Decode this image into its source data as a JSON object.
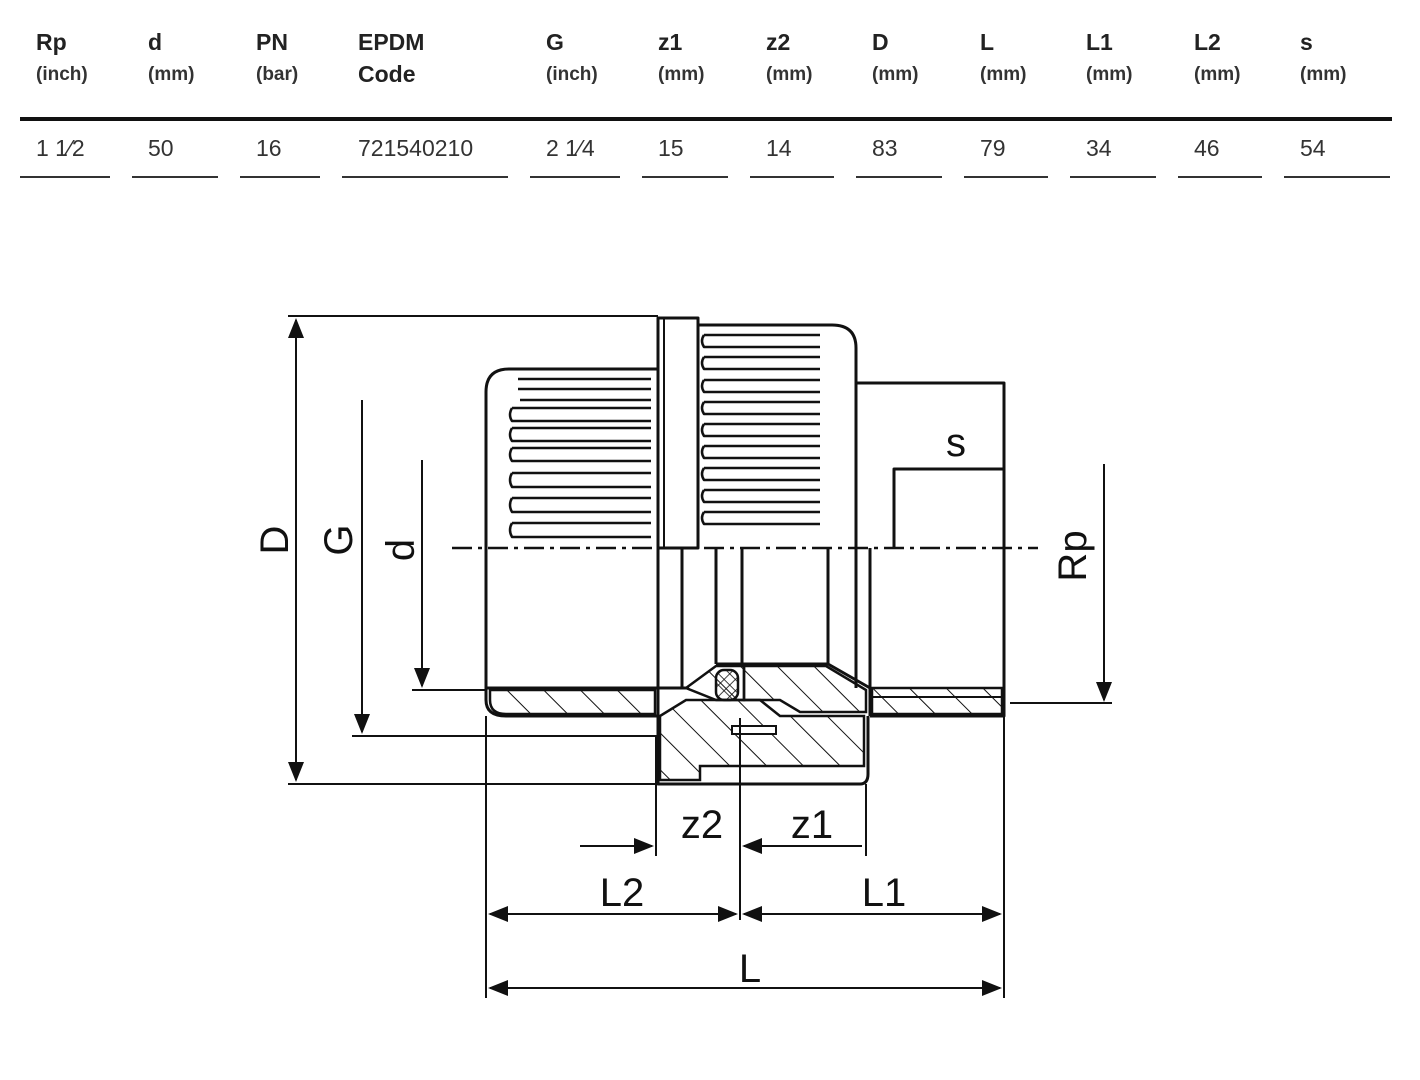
{
  "table": {
    "headers": [
      {
        "key": "rp",
        "title": "Rp",
        "unit": "(inch)"
      },
      {
        "key": "d",
        "title": "d",
        "unit": "(mm)"
      },
      {
        "key": "pn",
        "title": "PN",
        "unit": "(bar)"
      },
      {
        "key": "epdm",
        "title": "EPDM",
        "unit": "Code"
      },
      {
        "key": "g",
        "title": "G",
        "unit": "(inch)"
      },
      {
        "key": "z1",
        "title": "z1",
        "unit": "(mm)"
      },
      {
        "key": "z2",
        "title": "z2",
        "unit": "(mm)"
      },
      {
        "key": "D",
        "title": "D",
        "unit": "(mm)"
      },
      {
        "key": "L",
        "title": "L",
        "unit": "(mm)"
      },
      {
        "key": "L1",
        "title": "L1",
        "unit": "(mm)"
      },
      {
        "key": "L2",
        "title": "L2",
        "unit": "(mm)"
      },
      {
        "key": "s",
        "title": "s",
        "unit": "(mm)"
      }
    ],
    "row": [
      "1 1⁄2",
      "50",
      "16",
      "721540210",
      "2 1⁄4",
      "15",
      "14",
      "83",
      "79",
      "34",
      "46",
      "54"
    ]
  },
  "drawing": {
    "labels": {
      "D": "D",
      "G": "G",
      "d": "d",
      "Rp": "Rp",
      "s": "s",
      "z1": "z1",
      "z2": "z2",
      "L1": "L1",
      "L2": "L2",
      "L": "L"
    }
  }
}
